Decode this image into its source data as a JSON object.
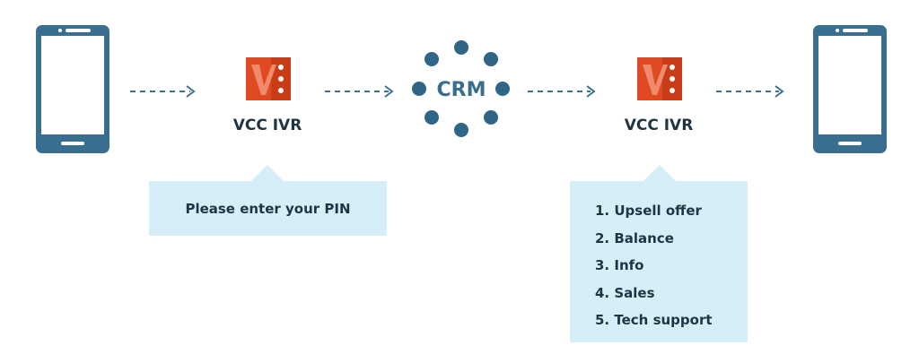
{
  "nodes": {
    "ivr_1": {
      "label": "VCC IVR"
    },
    "crm": {
      "label": "CRM"
    },
    "ivr_2": {
      "label": "VCC IVR"
    }
  },
  "callouts": {
    "pin_prompt": {
      "text": "Please enter your PIN"
    },
    "menu": {
      "items": [
        "1. Upsell offer",
        "2. Balance",
        "3. Info",
        "4. Sales",
        "5. Tech support"
      ]
    }
  },
  "colors": {
    "phone": "#3a6e8f",
    "crm_dots": "#2f6686",
    "ivr_logo": "#e04a22",
    "arrow": "#3d7190",
    "callout_bg": "#d6eef7",
    "text": "#1f3544"
  },
  "icons": {
    "phone": "smartphone-icon",
    "ivr_logo": "vcc-logo-icon",
    "crm": "crm-dots-icon",
    "arrow": "dashed-arrow-icon"
  }
}
